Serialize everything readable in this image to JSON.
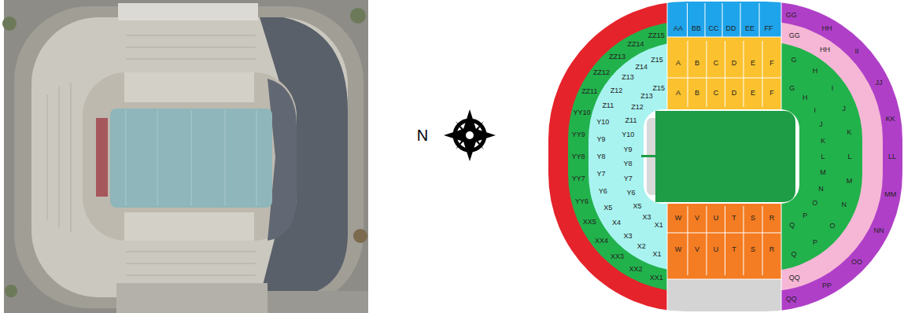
{
  "diagram": {
    "labels": [
      "N",
      "AA",
      "BB",
      "CC",
      "DD",
      "EE",
      "FF",
      "A",
      "B",
      "C",
      "D",
      "E",
      "F",
      "A",
      "B",
      "C",
      "D",
      "E",
      "F",
      "ZZ15",
      "ZZ14",
      "ZZ13",
      "ZZ12",
      "ZZ11",
      "YY10",
      "YY9",
      "YY8",
      "YY7",
      "YY6",
      "XX5",
      "XX4",
      "XX3",
      "XX2",
      "XX1",
      "Z15",
      "Z14",
      "Z13",
      "Z12",
      "Z11",
      "Y10",
      "Y9",
      "Y8",
      "Y7",
      "Y6",
      "X5",
      "X4",
      "X3",
      "X2",
      "X1",
      "Z15",
      "Z13",
      "Z12",
      "Z11",
      "Y10",
      "Y9",
      "Y8",
      "Y7",
      "Y6",
      "X5",
      "X3",
      "X1",
      "W",
      "V",
      "U",
      "T",
      "S",
      "R",
      "W",
      "V",
      "U",
      "T",
      "S",
      "R",
      "G",
      "H",
      "I",
      "J",
      "K",
      "L",
      "M",
      "N",
      "O",
      "P",
      "Q",
      "G",
      "H",
      "I",
      "J",
      "K",
      "L",
      "M",
      "N",
      "O",
      "P",
      "Q",
      "GG",
      "HH",
      "QQ",
      "GG",
      "HH",
      "II",
      "JJ",
      "KK",
      "LL",
      "MM",
      "NN",
      "OO",
      "PP",
      "QQ"
    ]
  }
}
